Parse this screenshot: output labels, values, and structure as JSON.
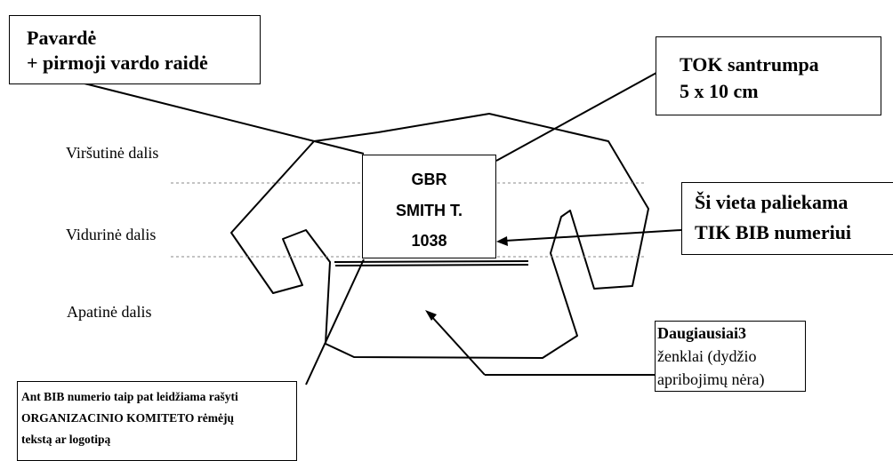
{
  "callouts": {
    "surname": {
      "line1": "Pavardė",
      "line2": "+ pirmoji vardo raidė"
    },
    "noc": {
      "line1": "TOK santrumpa",
      "line2": "5 x 10 cm"
    },
    "bib_only": {
      "line1": "Ši vieta paliekama",
      "line2": "TIK BIB numeriui"
    },
    "max_logos": {
      "line1": "Daugiausiai3",
      "line2": "ženklai (dydžio",
      "line3": "apribojimų nėra)"
    },
    "sponsor": {
      "line1": "Ant BIB numerio taip pat leidžiama rašyti",
      "line2": "ORGANIZACINIO KOMITETO rėmėjų",
      "line3": "tekstą ar logotipą"
    }
  },
  "regions": {
    "upper": "Viršutinė dalis",
    "middle": "Vidurinė dalis",
    "lower": "Apatinė dalis"
  },
  "bib_card": {
    "country": "GBR",
    "name": "SMITH T.",
    "number": "1038"
  },
  "colors": {
    "line": "#000000",
    "guide": "#888888",
    "background": "#ffffff"
  }
}
